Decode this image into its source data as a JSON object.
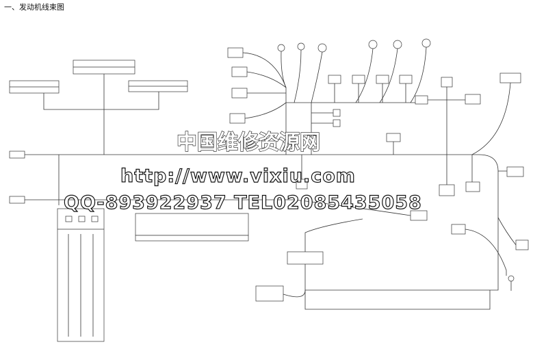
{
  "title": "一、发动机线束图",
  "watermark": {
    "line1": "中国维修资源网",
    "line2": "http://www.vixiu.com",
    "line3": "QQ-893922937 TEL02085435058"
  }
}
